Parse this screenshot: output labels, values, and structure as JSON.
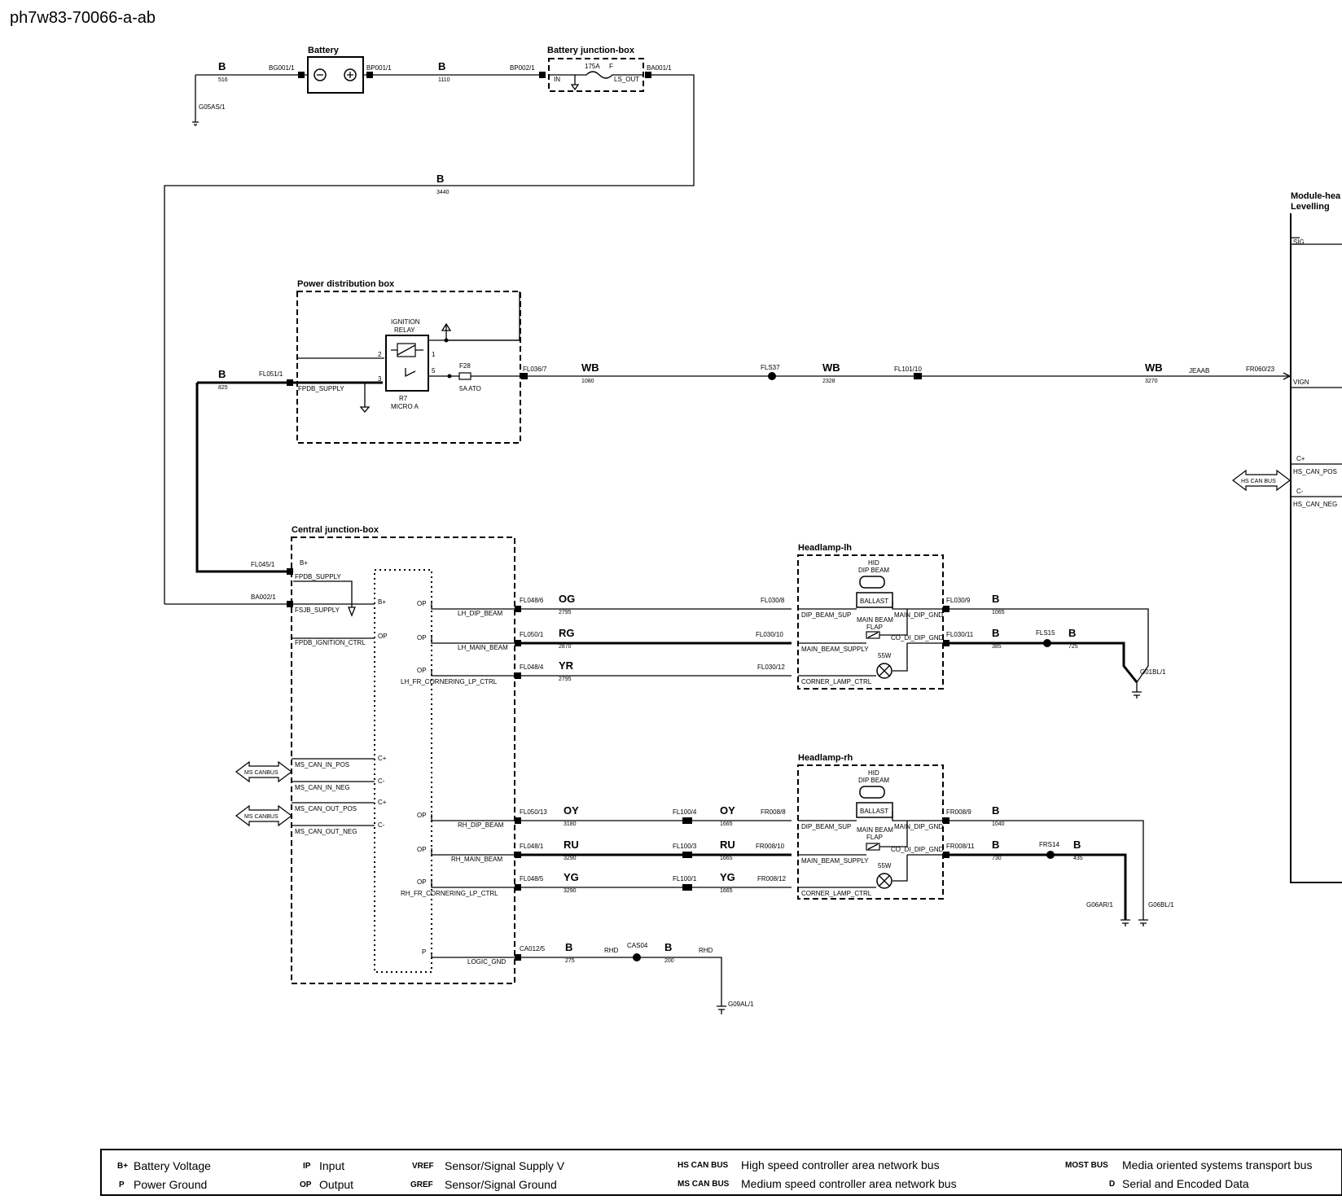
{
  "header": {
    "doc_id": "ph7w83-70066-a-ab"
  },
  "components": {
    "battery": "Battery",
    "battery_jb": "Battery junction-box",
    "pdb": "Power distribution box",
    "cjb": "Central junction-box",
    "hl_lh": "Headlamp-lh",
    "hl_rh": "Headlamp-rh",
    "module_line1": "Module-hea",
    "module_line2": "Levelling"
  },
  "fuses": {
    "bjb_fuse": "175A",
    "bjb_fuse_type": "F",
    "pdb_fuse": "F28",
    "pdb_fuse_rating": "5A ATO",
    "relay_title1": "IGNITION",
    "relay_title2": "RELAY",
    "relay_id": "R7",
    "relay_type": "MICRO A"
  },
  "connectors": {
    "bg001": "BG001/1",
    "bp001": "BP001/1",
    "bp002": "BP002/1",
    "ba001": "BA001/1",
    "g05as": "G05AS/1",
    "fl051": "FL051/1",
    "fl036": "FL036/7",
    "fls37": "FLS37",
    "fl101": "FL101/10",
    "fr060": "FR060/23",
    "jeaab": "JEAAB",
    "fl045": "FL045/1",
    "ba002": "BA002/1",
    "fl048_6": "FL048/6",
    "fl050_1": "FL050/1",
    "fl048_4": "FL048/4",
    "fl030_8": "FL030/8",
    "fl030_10": "FL030/10",
    "fl030_12": "FL030/12",
    "fl030_9": "FL030/9",
    "fl030_11": "FL030/11",
    "fls15": "FLS15",
    "g01bl": "G01BL/1",
    "fl050_13": "FL050/13",
    "fl100_4": "FL100/4",
    "fr008_8": "FR008/8",
    "fl048_1": "FL048/1",
    "fl100_3": "FL100/3",
    "fr008_10": "FR008/10",
    "fl048_5": "FL048/5",
    "fl100_1": "FL100/1",
    "fr008_12": "FR008/12",
    "fr008_9": "FR008/9",
    "fr008_11": "FR008/11",
    "frs14": "FRS14",
    "g06ar": "G06AR/1",
    "g06bl": "G06BL/1",
    "ca012": "CA012/5",
    "cas04": "CAS04",
    "rhd1": "RHD",
    "rhd2": "RHD",
    "g09al": "G09AL/1"
  },
  "wires": {
    "b": "B",
    "wb": "WB",
    "og": "OG",
    "rg": "RG",
    "yr": "YR",
    "oy": "OY",
    "ru": "RU",
    "yg": "YG",
    "n516": "516",
    "n1110": "1110",
    "n3440": "3440",
    "n825": "825",
    "n1080": "1080",
    "n2328": "2328",
    "n3270": "3270",
    "n2795a": "2795",
    "n2870": "2870",
    "n2795b": "2795",
    "n1065": "1065",
    "n385": "385",
    "n725": "725",
    "n3180": "3180",
    "n1665a": "1665",
    "n3290a": "3290",
    "n1665b": "1665",
    "n3290b": "3290",
    "n1665c": "1665",
    "n1040": "1040",
    "n730": "730",
    "n435": "435",
    "n275": "275",
    "n200": "200"
  },
  "pins": {
    "in": "IN",
    "ls_out": "LS_OUT",
    "fpdb_supply": "FPDB_SUPPLY",
    "p1": "1",
    "p2": "2",
    "p3": "3",
    "p5": "5",
    "bplus": "B+",
    "fpdb_supply2": "FPDB_SUPPLY",
    "fsjb_supply": "FSJB_SUPPLY",
    "bplus2": "B+",
    "op": "OP",
    "fpdb_ign": "FPDB_IGNITION_CTRL",
    "lh_dip": "LH_DIP_BEAM",
    "lh_main": "LH_MAIN_BEAM",
    "lh_corner": "LH_FR_CORNERING_LP_CTRL",
    "ms_in_pos": "MS_CAN_IN_POS",
    "ms_in_neg": "MS_CAN_IN_NEG",
    "ms_out_pos": "MS_CAN_OUT_POS",
    "ms_out_neg": "MS_CAN_OUT_NEG",
    "cplus": "C+",
    "cminus": "C-",
    "rh_dip": "RH_DIP_BEAM",
    "rh_main": "RH_MAIN_BEAM",
    "rh_corner": "RH_FR_CORNERING_LP_CTRL",
    "p": "P",
    "logic_gnd": "LOGIC_GND",
    "dip_sup": "DIP_BEAM_SUP",
    "main_dip_gnd": "MAIN_DIP_GND",
    "main_sup": "MAIN_BEAM_SUPPLY",
    "co_di_dip_gnd": "CO_DI_DIP_GND",
    "corner_ctrl": "CORNER_LAMP_CTRL",
    "hid": "HID",
    "dip_beam": "DIP BEAM",
    "ballast": "BALLAST",
    "main_beam": "MAIN BEAM",
    "flap": "FLAP",
    "w55": "55W",
    "sig": "SIG",
    "vign": "VIGN",
    "hs_pos": "HS_CAN_POS",
    "hs_neg": "HS_CAN_NEG",
    "ms_can_bus": "MS CANBUS",
    "hs_can_bus": "HS CAN BUS"
  },
  "legend": {
    "bplus_key": "B+",
    "bplus_desc": "Battery Voltage",
    "p_key": "P",
    "p_desc": "Power Ground",
    "ip_key": "IP",
    "ip_desc": "Input",
    "op_key": "OP",
    "op_desc": "Output",
    "vref_key": "VREF",
    "vref_desc": "Sensor/Signal Supply V",
    "gref_key": "GREF",
    "gref_desc": "Sensor/Signal Ground",
    "hs_key": "HS CAN BUS",
    "hs_desc": "High speed controller area network bus",
    "ms_key": "MS CAN BUS",
    "ms_desc": "Medium speed controller area network bus",
    "most_key": "MOST BUS",
    "most_desc": "Media oriented systems transport bus",
    "d_key": "D",
    "d_desc": "Serial and Encoded Data"
  }
}
